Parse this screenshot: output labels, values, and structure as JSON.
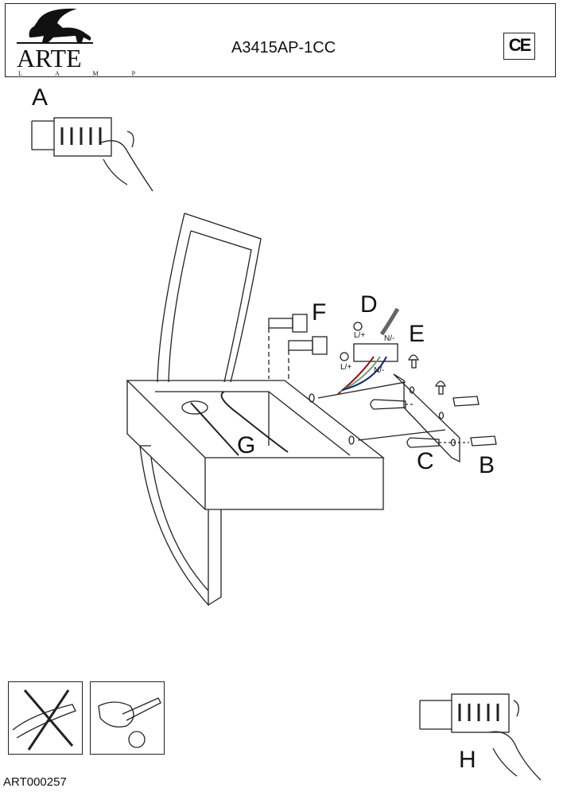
{
  "header": {
    "brand": "ARTE",
    "brand_sub": "L A M P",
    "model": "A3415AP-1CC",
    "certification": "CE"
  },
  "steps": {
    "a": "A",
    "b": "B",
    "c": "C",
    "d": "D",
    "e": "E",
    "f": "F",
    "g": "G",
    "h": "H"
  },
  "wiring": {
    "live_top": "L/+",
    "neutral_top": "N/-",
    "live_bottom": "L/+",
    "neutral_bottom": "N/-"
  },
  "footer": {
    "document_code": "ART000257"
  },
  "colors": {
    "live": "#8b1a1a",
    "neutral": "#1a2a6b",
    "earth": "#6a9a7a",
    "line": "#222222"
  }
}
